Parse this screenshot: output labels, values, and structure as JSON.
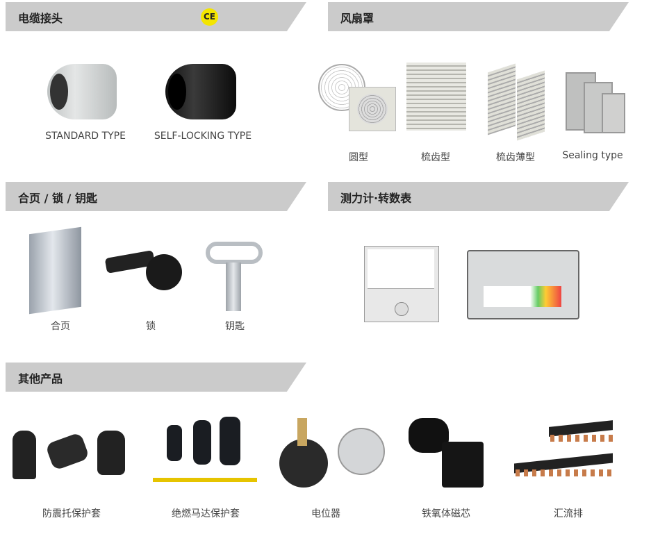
{
  "sections": [
    {
      "title": "电缆接头",
      "badge": "CE",
      "items": [
        "STANDARD TYPE",
        "SELF-LOCKING TYPE"
      ]
    },
    {
      "title": "风扇罩",
      "items": [
        "圆型",
        "梳齿型",
        "梳齿薄型",
        "Sealing type"
      ]
    },
    {
      "title": "合页 / 锁 / 钥匙",
      "items": [
        "合页",
        "锁",
        "钥匙"
      ]
    },
    {
      "title": "测力计·转数表",
      "items": []
    },
    {
      "title": "其他产品",
      "items": [
        "防震托保护套",
        "绝燃马达保护套",
        "电位器",
        "铁氧体磁芯",
        "汇流排"
      ]
    }
  ],
  "colors": {
    "header_bg": "#cbcbcb",
    "ce_badge": "#f3e500"
  }
}
